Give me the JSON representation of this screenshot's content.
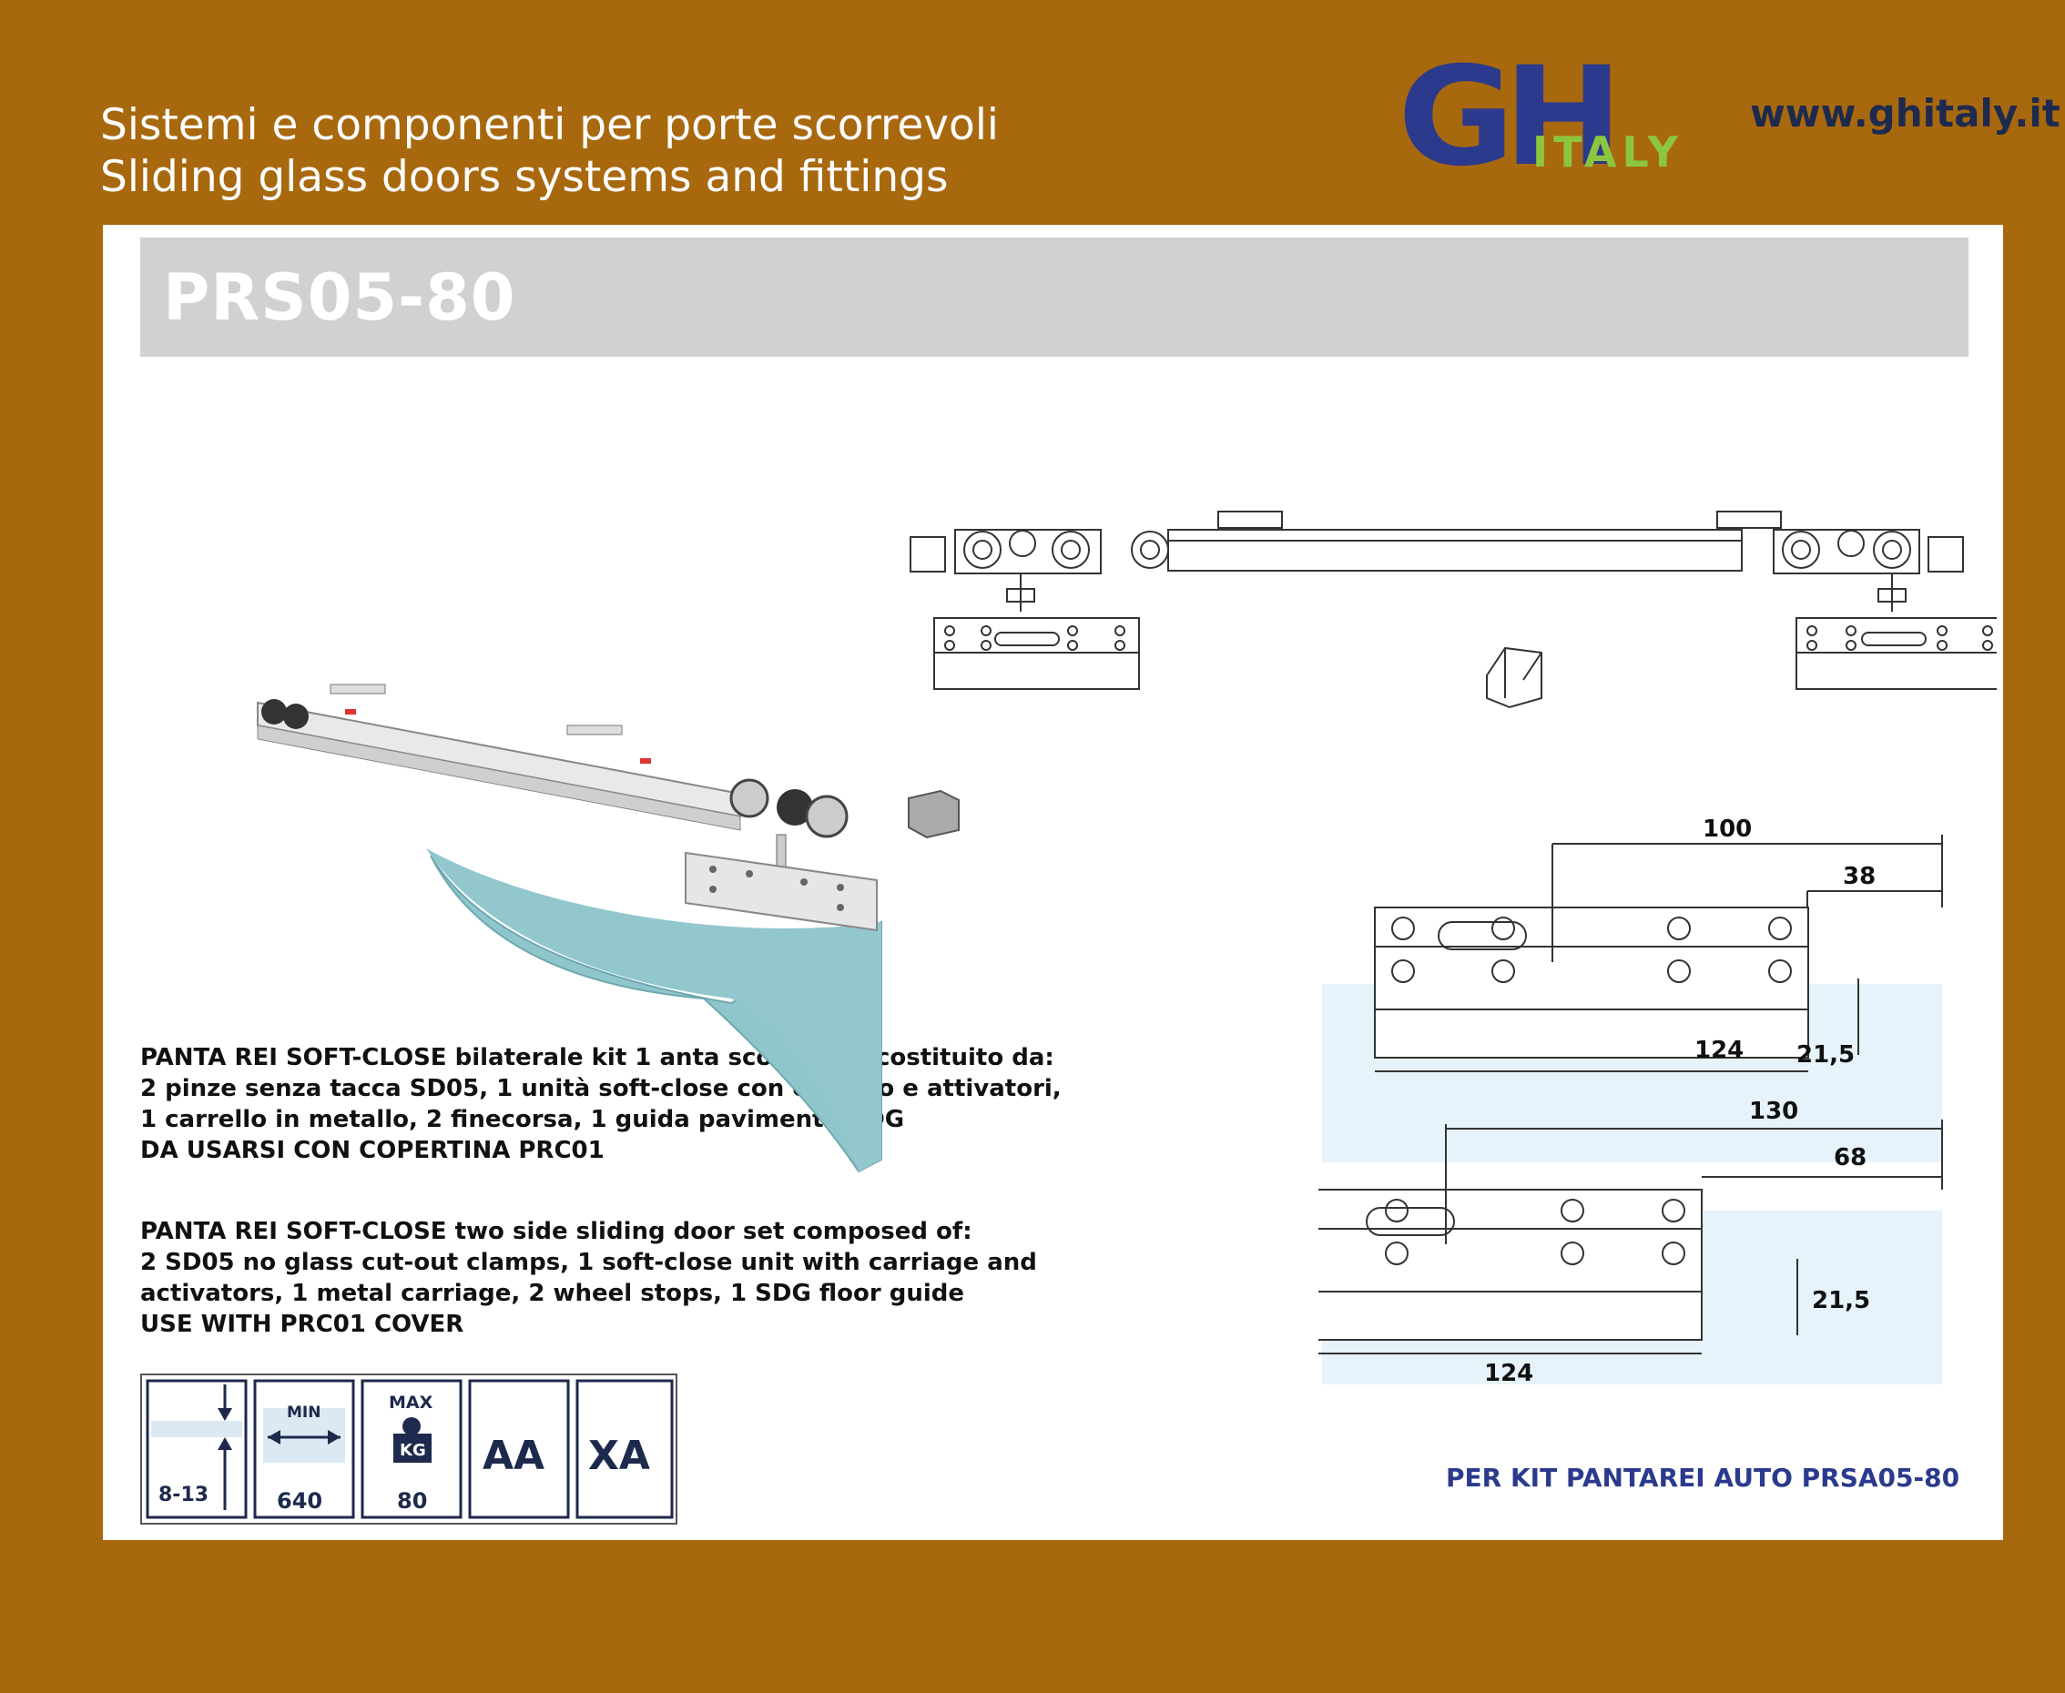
{
  "header": {
    "line1": "Sistemi e componenti per porte scorrevoli",
    "line2": "Sliding glass doors systems and fittings",
    "website": "www.ghitaly.it",
    "logo_main": "GH",
    "logo_sub": "ITALY",
    "colors": {
      "background": "#a8680e",
      "logo_blue": "#2b3a8c",
      "logo_green": "#8cc63f"
    }
  },
  "product": {
    "code": "PRS05-80"
  },
  "description_it": [
    "PANTA REI SOFT-CLOSE bilaterale  kit 1 anta scorrevole costituito da:",
    "2 pinze senza tacca SD05, 1 unità soft-close con carrello e attivatori,",
    "1 carrello in metallo, 2 finecorsa, 1 guida pavimento SDG",
    "DA USARSI CON COPERTINA PRC01"
  ],
  "description_en": [
    "PANTA REI SOFT-CLOSE two side sliding door set composed of:",
    "2 SD05 no glass cut-out clamps, 1 soft-close unit with carriage and",
    "activators, 1 metal carriage, 2 wheel stops, 1 SDG floor guide",
    "USE WITH PRC01 COVER"
  ],
  "icons": {
    "thickness": "8-13",
    "min_label": "MIN",
    "min_value": "640",
    "max_label": "MAX",
    "kg_label": "KG",
    "max_value": "80",
    "aa": "AA",
    "xa": "XA"
  },
  "dimensions_top": {
    "d1": "100",
    "d2": "38",
    "d3": "21,5",
    "d4": "124"
  },
  "dimensions_bottom": {
    "d1": "130",
    "d2": "68",
    "d3": "21,5",
    "d4": "124"
  },
  "footnote": "PER KIT PANTAREI AUTO PRSA05-80"
}
